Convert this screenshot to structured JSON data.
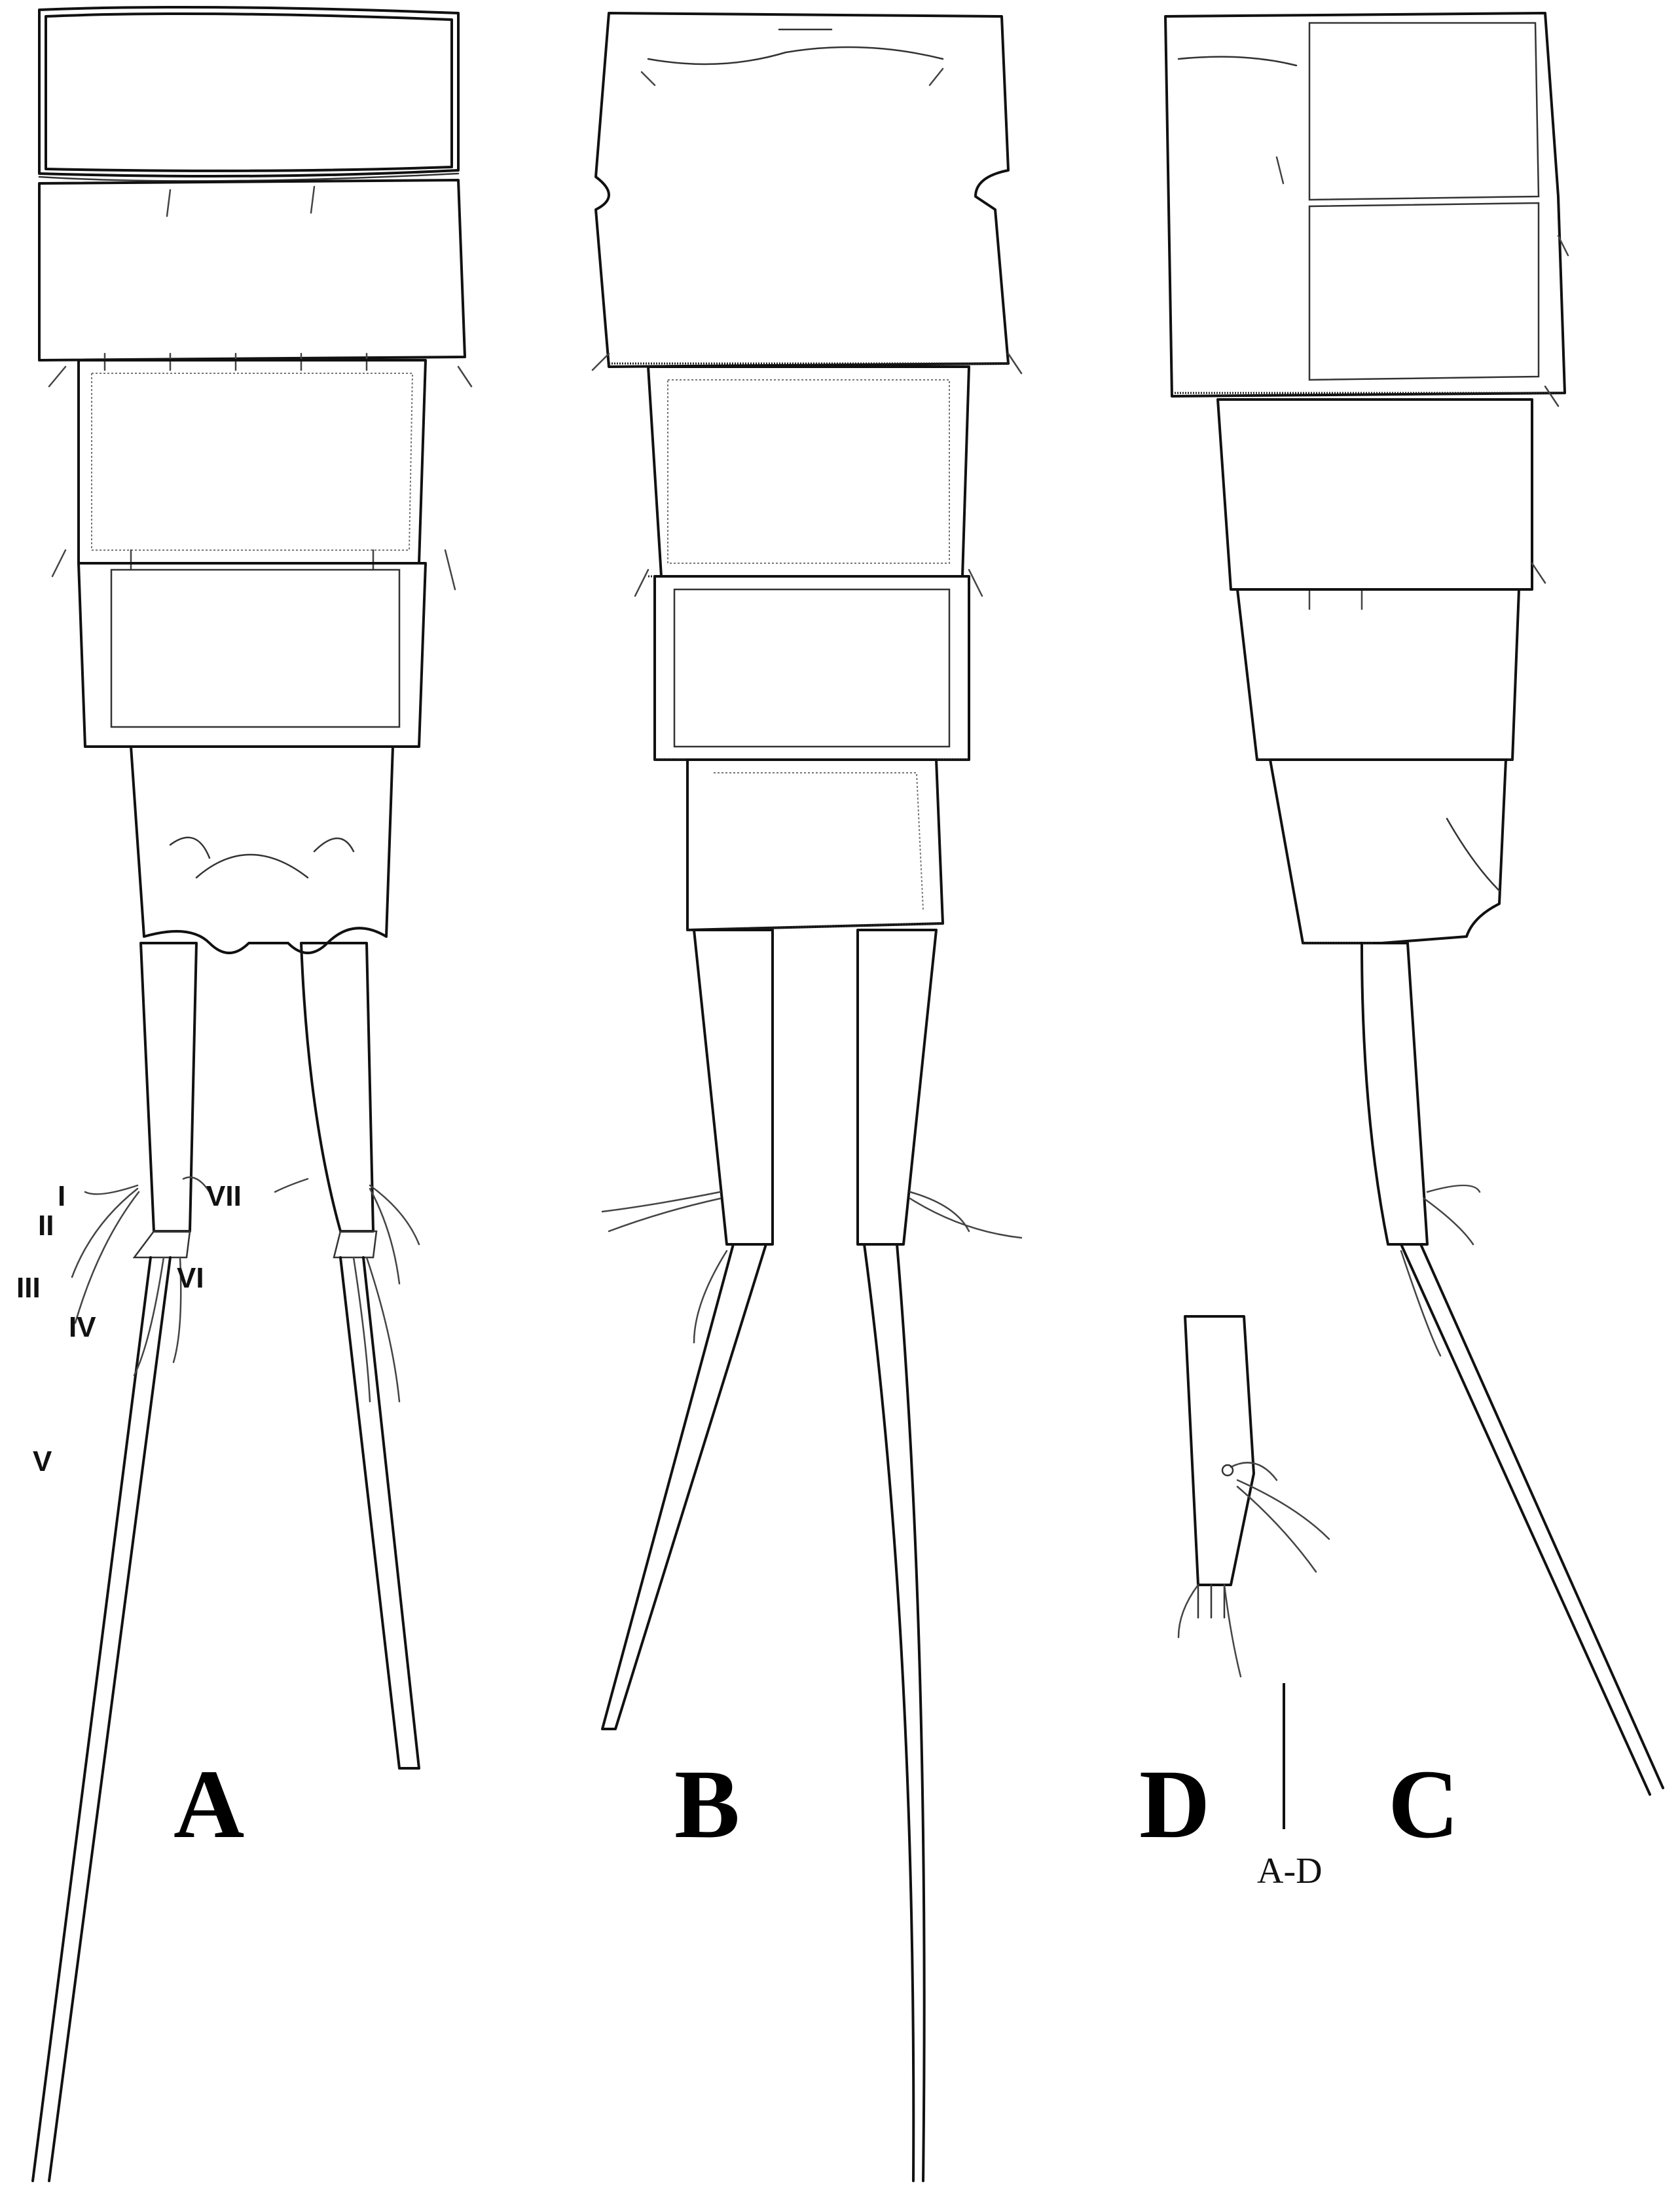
{
  "figure": {
    "panels": [
      {
        "id": "A",
        "label": "A"
      },
      {
        "id": "B",
        "label": "B"
      },
      {
        "id": "C",
        "label": "C"
      },
      {
        "id": "D",
        "label": "D"
      }
    ],
    "seta_labels": {
      "I": "I",
      "II": "II",
      "III": "III",
      "IV": "IV",
      "V": "V",
      "VI": "VI",
      "VII": "VII"
    },
    "scale_bar": {
      "label": "A-D"
    },
    "colors": {
      "ink": "#111111",
      "background": "#ffffff"
    }
  }
}
